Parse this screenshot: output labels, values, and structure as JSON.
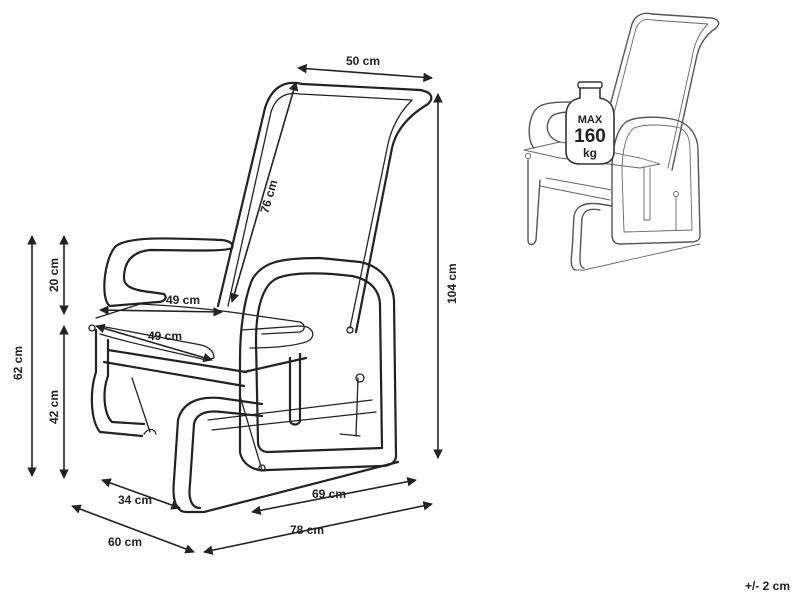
{
  "dimensions": {
    "backrest_width": "50 cm",
    "backrest_length": "76 cm",
    "total_height": "104 cm",
    "armrest_height": "62 cm",
    "seat_height": "42 cm",
    "armrest_to_seat": "20 cm",
    "seat_width_top": "49 cm",
    "seat_depth": "49 cm",
    "base_depth_inner": "34 cm",
    "base_width": "60 cm",
    "base_length_inner": "69 cm",
    "total_length": "78 cm"
  },
  "load_badge": {
    "line1": "MAX",
    "line2": "160",
    "line3": "kg"
  },
  "tolerance": "+/- 2 cm"
}
